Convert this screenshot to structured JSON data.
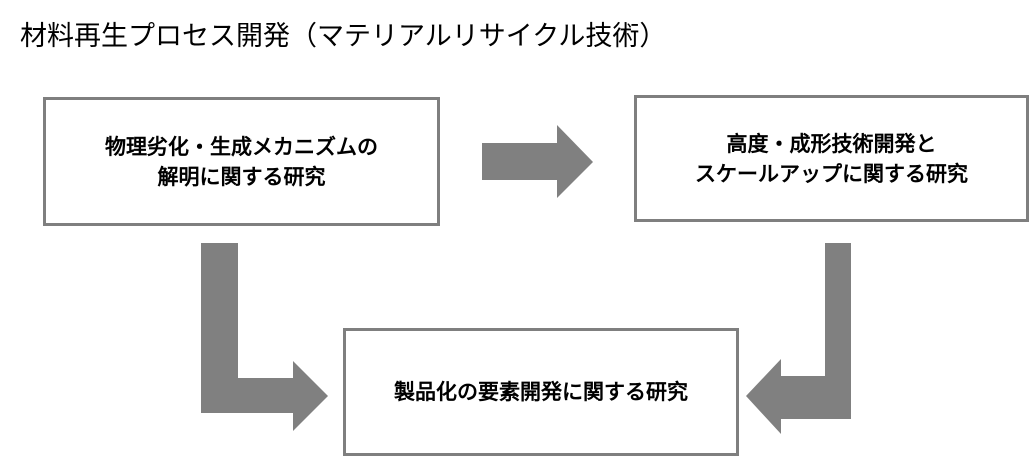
{
  "title": "材料再生プロセス開発（マテリアルリサイクル技術）",
  "colors": {
    "arrow": "#808080",
    "box_border": "#7f7f7f",
    "text": "#000000"
  },
  "boxes": {
    "left": {
      "line1": "物理劣化・生成メカニズムの",
      "line2": "解明に関する研究"
    },
    "right": {
      "line1": "高度・成形技術開発と",
      "line2": "スケールアップに関する研究"
    },
    "bottom": {
      "line1": "製品化の要素開発に関する研究"
    }
  }
}
